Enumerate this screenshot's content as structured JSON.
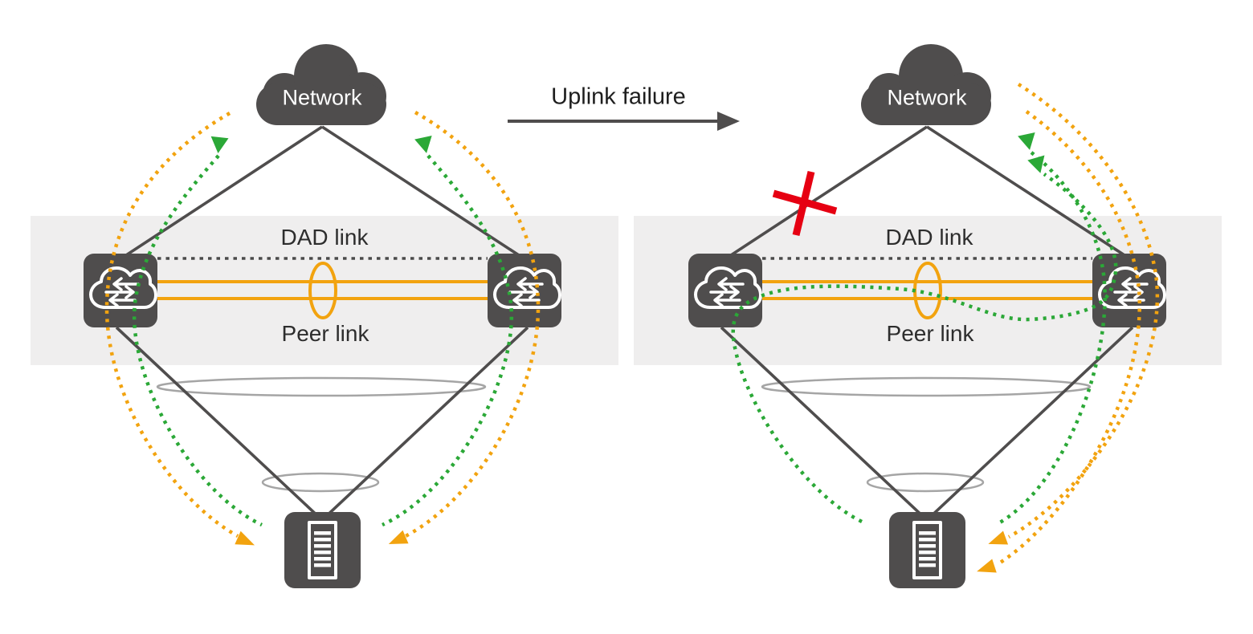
{
  "panels": {
    "left": {
      "network_label": "Network",
      "dad_link_label": "DAD link",
      "peer_link_label": "Peer link"
    },
    "right": {
      "network_label": "Network",
      "dad_link_label": "DAD link",
      "peer_link_label": "Peer link"
    }
  },
  "transition": {
    "label": "Uplink failure"
  },
  "colors": {
    "orange": "#F2A30F",
    "green": "#2BA837",
    "dark_gray": "#4F4D4D",
    "band_gray": "#EFEEEE",
    "ellipse_gray": "#A5A5A5",
    "failure_red": "#E60012",
    "label_text": "#2D2D2D",
    "network_text": "#FFFFFF"
  },
  "icons": {
    "network": "cloud-icon",
    "mlag_switch": "cloud-exchange-arrows-icon",
    "server": "server-rack-icon",
    "link_aggregation": "ellipse-ring-icon",
    "uplink_failure_mark": "red-cross-icon",
    "downstream_traffic": "orange-dotted-arrow",
    "upstream_traffic": "green-dotted-arrow",
    "transition_arrow": "right-arrow"
  }
}
